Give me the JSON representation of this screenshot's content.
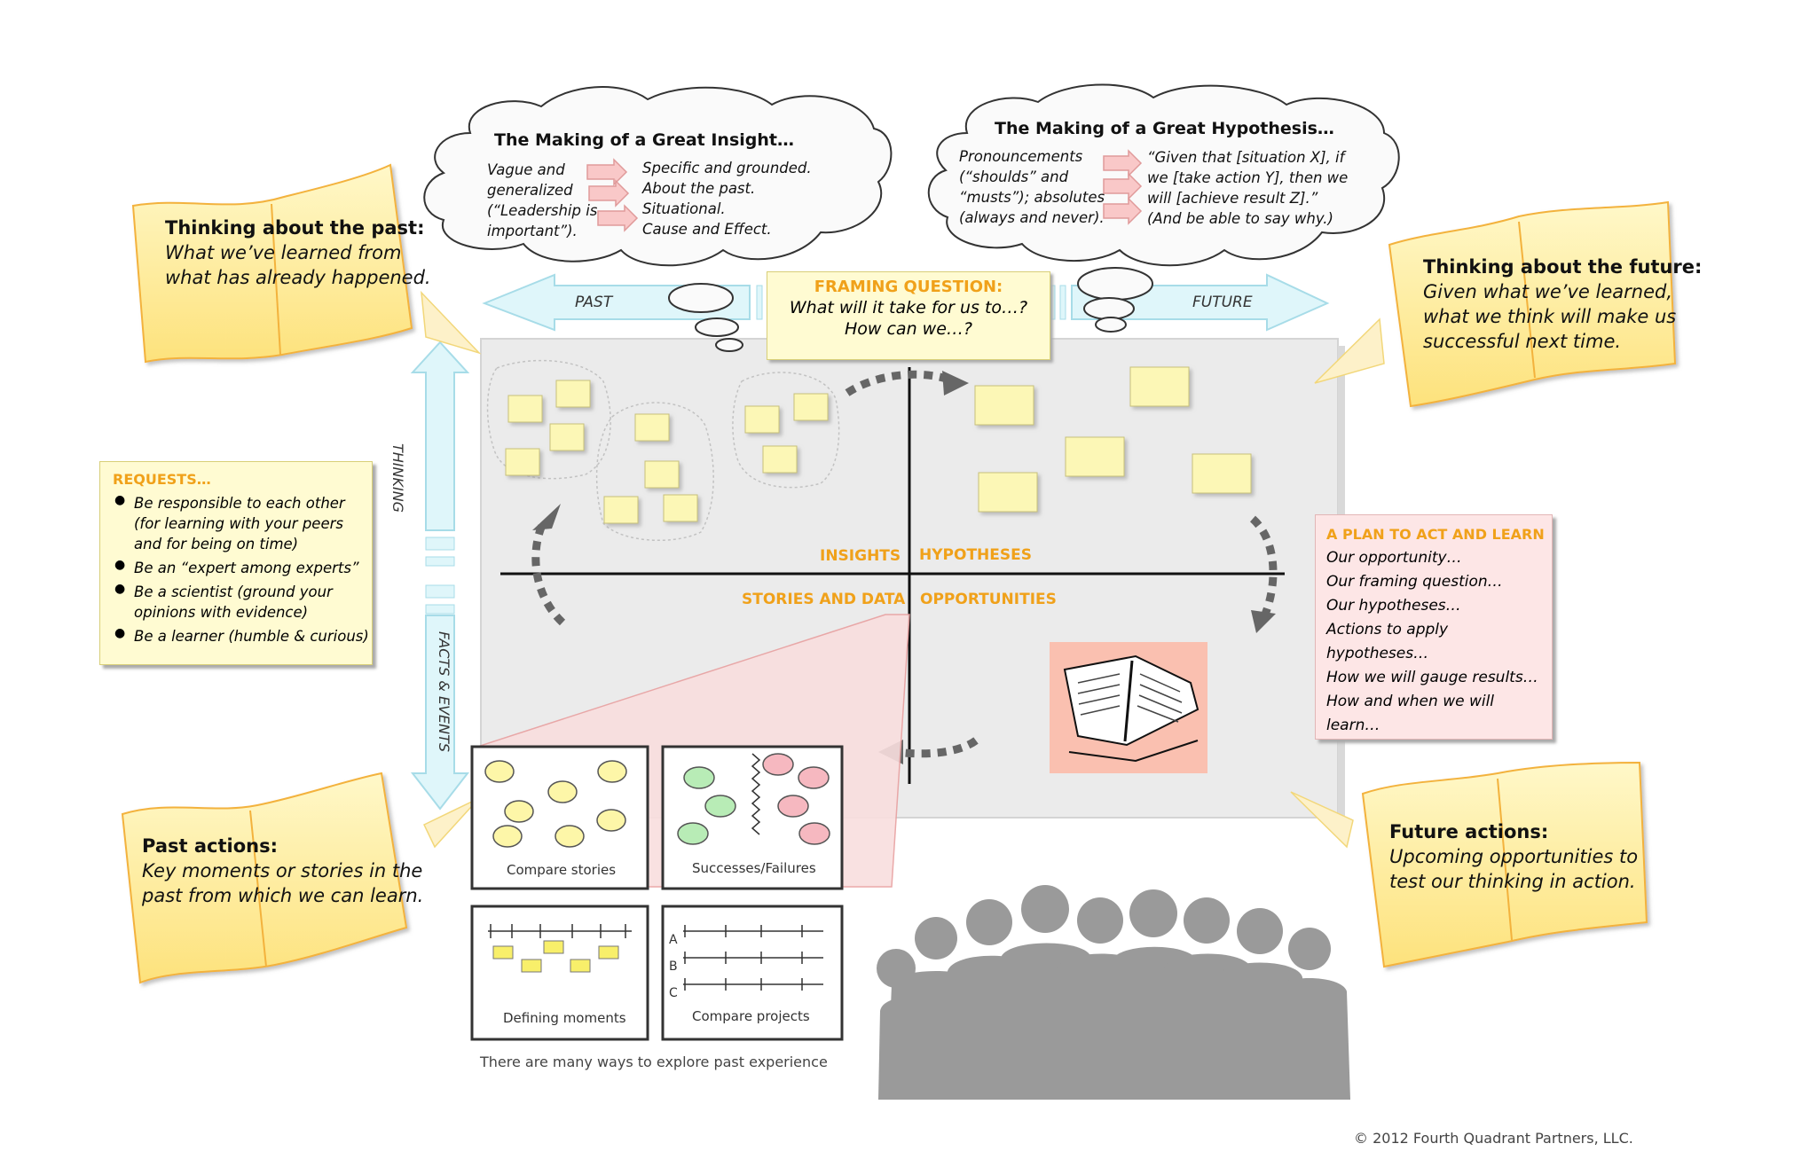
{
  "insight_cloud": {
    "title": "The Making of a Great Insight…",
    "left_lines": [
      "Vague and",
      "generalized",
      "(“Leadership is",
      "important”)."
    ],
    "right_lines": [
      "Specific and grounded.",
      "About the past.",
      "Situational.",
      "Cause and Effect."
    ]
  },
  "hypothesis_cloud": {
    "title": "The Making of a Great Hypothesis…",
    "left_lines": [
      "Pronouncements",
      "(“shoulds” and",
      "“musts”); absolutes",
      "(always and never)."
    ],
    "right_lines": [
      "“Given that [situation X], if",
      "we [take action Y], then we",
      "will [achieve result Z].”",
      "(And be able to say why.)"
    ]
  },
  "past_book": {
    "title": "Thinking about the past:",
    "lines": [
      "What we’ve learned from",
      "what has already happened."
    ]
  },
  "future_book": {
    "title": "Thinking about the future:",
    "lines": [
      "Given what we’ve learned,",
      "what we think will make us",
      "successful next time."
    ]
  },
  "past_actions_book": {
    "title": "Past actions:",
    "lines": [
      "Key moments or stories in the",
      "past from which we can learn."
    ]
  },
  "future_actions_book": {
    "title": "Future actions:",
    "lines": [
      "Upcoming opportunities to",
      "test our thinking in action."
    ]
  },
  "timeline": {
    "past_label": "PAST",
    "future_label": "FUTURE"
  },
  "framing": {
    "title": "FRAMING QUESTION:",
    "lines": [
      "What will it take for us to…?",
      "How can we…?"
    ]
  },
  "vertical_axis": {
    "top_label": "THINKING",
    "bottom_label": "FACTS & EVENTS"
  },
  "quadrants": {
    "insights": "INSIGHTS",
    "hypotheses": "HYPOTHESES",
    "stories": "STORIES AND DATA",
    "opportunities": "OPPORTUNITIES"
  },
  "requests": {
    "title": "REQUESTS…",
    "items": [
      [
        "Be responsible to each other",
        "(for learning with your peers",
        "and for being on time)"
      ],
      [
        "Be an “expert among experts”"
      ],
      [
        "Be a scientist (ground your",
        "opinions with evidence)"
      ],
      [
        "Be a learner (humble & curious)"
      ]
    ]
  },
  "plan": {
    "title": "A PLAN TO ACT AND LEARN",
    "lines": [
      "Our opportunity…",
      "Our framing question…",
      "Our hypotheses…",
      "Actions to apply hypotheses…",
      "How we will gauge results…",
      "How and when we will learn…"
    ]
  },
  "methods": {
    "compare_stories": "Compare stories",
    "successes_failures": "Successes/Failures",
    "defining_moments": "Defining moments",
    "compare_projects": "Compare projects",
    "project_letters": [
      "A",
      "B",
      "C"
    ],
    "caption": "There are many ways to explore past experience"
  },
  "copyright": "© 2012 Fourth Quadrant Partners, LLC.",
  "colors": {
    "accent_orange": "#f0a11a",
    "book_yellow": "#fde98a",
    "sticky_yellow": "#fcf7b6",
    "timeline_cyan": "#dff6fa",
    "plan_pink": "#fde6e6",
    "board_gray": "#ebebeb",
    "people_gray": "#9a9a9a"
  }
}
